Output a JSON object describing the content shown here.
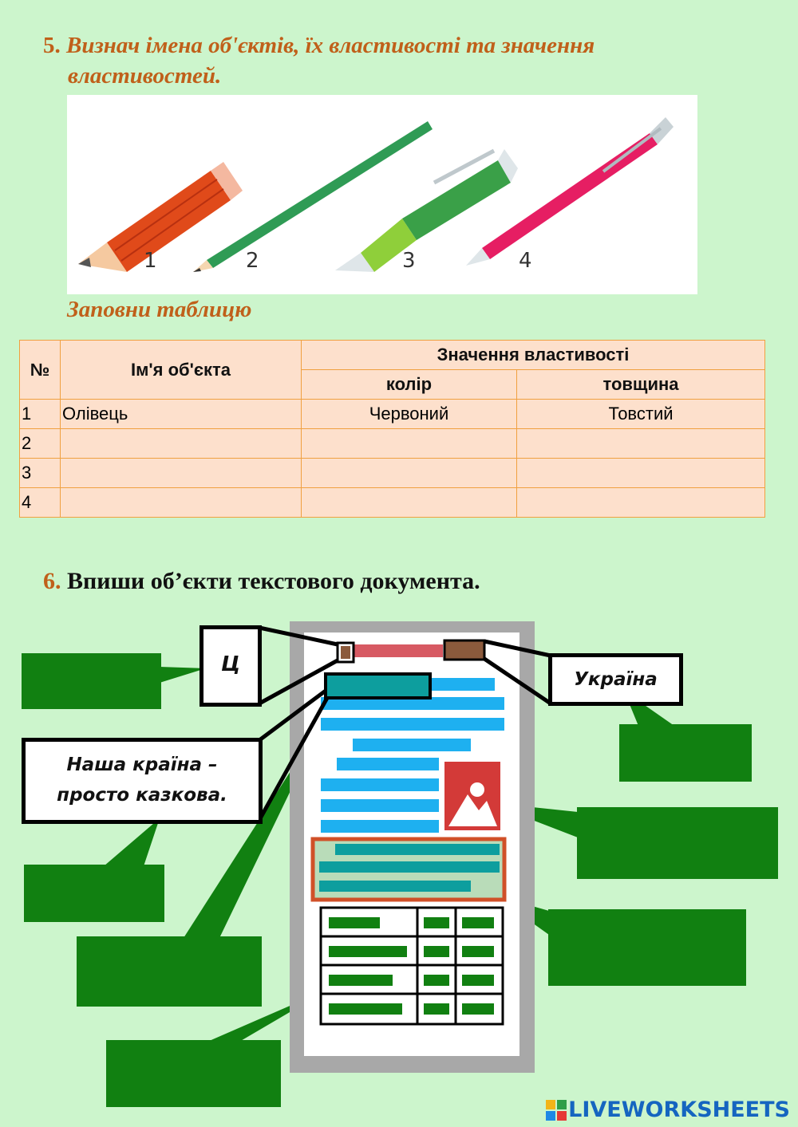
{
  "task5": {
    "number": "5.",
    "line1": "Визнач імена об'єктів, їх властивості та значення",
    "line2": "властивостей.",
    "item_numbers": [
      "1",
      "2",
      "3",
      "4"
    ],
    "fill_instruction": "Заповни таблицю"
  },
  "table": {
    "col_num": "№",
    "col_name": "Ім'я об'єкта",
    "col_values": "Значення властивості",
    "col_color": "колір",
    "col_thickness": "товщина",
    "rows": [
      {
        "num": "1",
        "name": "Олівець",
        "color": "Червоний",
        "thickness": "Товстий"
      },
      {
        "num": "2",
        "name": "",
        "color": "",
        "thickness": ""
      },
      {
        "num": "3",
        "name": "",
        "color": "",
        "thickness": ""
      },
      {
        "num": "4",
        "name": "",
        "color": "",
        "thickness": ""
      }
    ]
  },
  "task6": {
    "number": "6.",
    "text": "Впиши об’єкти текстового документа.",
    "callout_letter": "Ц",
    "callout_word": "Україна",
    "callout_sentence_1": "Наша країна –",
    "callout_sentence_2": "просто казкова."
  },
  "brand": {
    "name": "LIVEWORKSHEETS"
  },
  "colors": {
    "heading": "#c0601a",
    "answer_box": "#118011",
    "table_bg": "#fde0cc",
    "table_border": "#f0a040",
    "page_bg": "#ccf5cc"
  }
}
